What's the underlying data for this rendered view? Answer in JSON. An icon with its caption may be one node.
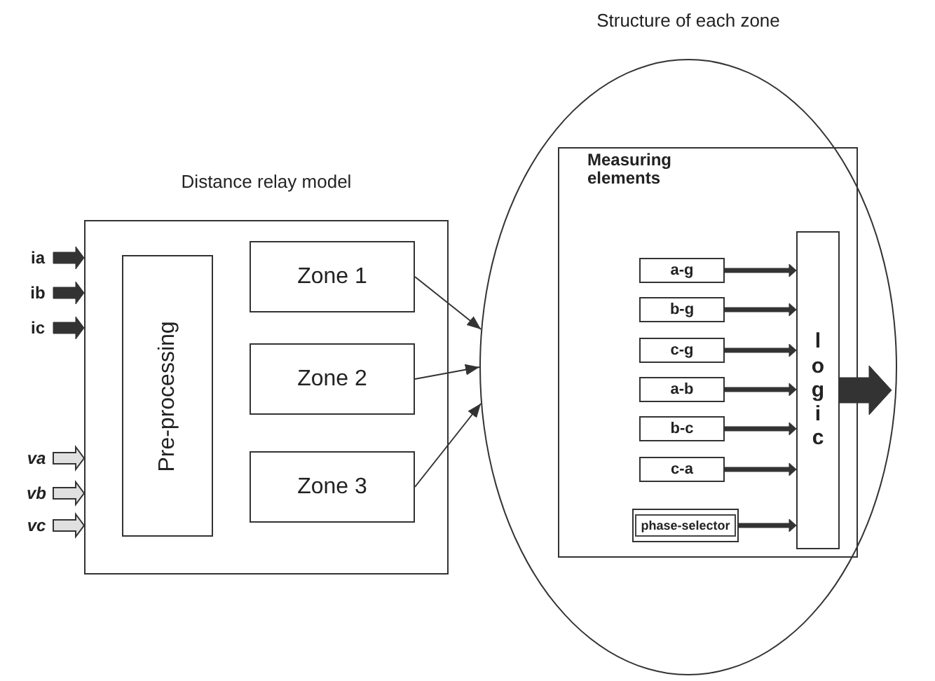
{
  "diagram": {
    "nodes": [
      {
        "text": [
          "Distance relay model"
        ]
      },
      {
        "text": [
          "Pre-processing"
        ],
        "in": 0
      },
      {
        "text": [
          "Zone 1"
        ],
        "in": 0
      },
      {
        "text": [
          "Zone 2"
        ],
        "in": 0
      },
      {
        "text": [
          "Zone 3"
        ],
        "in": 0
      },
      {
        "text": [
          "Structure of each zone"
        ]
      },
      {
        "text": [
          "Measuring elements"
        ],
        "in": 5
      },
      {
        "text": [
          "a-g"
        ],
        "in": 6
      },
      {
        "text": [
          "b-g"
        ],
        "in": 6
      },
      {
        "text": [
          "c-g"
        ],
        "in": 6
      },
      {
        "text": [
          "a-b"
        ],
        "in": 6
      },
      {
        "text": [
          "b-c"
        ],
        "in": 6
      },
      {
        "text": [
          "c-a"
        ],
        "in": 6
      },
      {
        "text": [
          "phase-selector"
        ],
        "in": 6
      },
      {
        "text": [
          "l o g i c"
        ],
        "in": 6
      },
      {
        "text": [
          "ia"
        ]
      },
      {
        "text": [
          "ib"
        ]
      },
      {
        "text": [
          "ic"
        ]
      },
      {
        "text": [
          "va"
        ]
      },
      {
        "text": [
          "vb"
        ]
      },
      {
        "text": [
          "vc"
        ]
      }
    ],
    "edges": [
      {
        "from": 15,
        "to": 0,
        "arrow": "to",
        "style": "thick"
      },
      {
        "from": 16,
        "to": 0,
        "arrow": "to",
        "style": "thick"
      },
      {
        "from": 17,
        "to": 0,
        "arrow": "to",
        "style": "thick"
      },
      {
        "from": 18,
        "to": 0,
        "arrow": "to",
        "style": "thick",
        "color": "#e0e0e0"
      },
      {
        "from": 19,
        "to": 0,
        "arrow": "to",
        "style": "thick",
        "color": "#e0e0e0"
      },
      {
        "from": 20,
        "to": 0,
        "arrow": "to",
        "style": "thick",
        "color": "#e0e0e0"
      },
      {
        "from": 2,
        "to": 5,
        "arrow": "to"
      },
      {
        "from": 3,
        "to": 5,
        "arrow": "to"
      },
      {
        "from": 4,
        "to": 5,
        "arrow": "to"
      },
      {
        "from": 7,
        "to": 14,
        "arrow": "to",
        "style": "thick"
      },
      {
        "from": 8,
        "to": 14,
        "arrow": "to",
        "style": "thick"
      },
      {
        "from": 9,
        "to": 14,
        "arrow": "to",
        "style": "thick"
      },
      {
        "from": 10,
        "to": 14,
        "arrow": "to",
        "style": "thick"
      },
      {
        "from": 11,
        "to": 14,
        "arrow": "to",
        "style": "thick"
      },
      {
        "from": 12,
        "to": 14,
        "arrow": "to",
        "style": "thick"
      },
      {
        "from": 13,
        "to": 14,
        "arrow": "to",
        "style": "thick"
      },
      {
        "from": 14,
        "to": null,
        "arrow": "to",
        "style": "thick"
      }
    ]
  }
}
